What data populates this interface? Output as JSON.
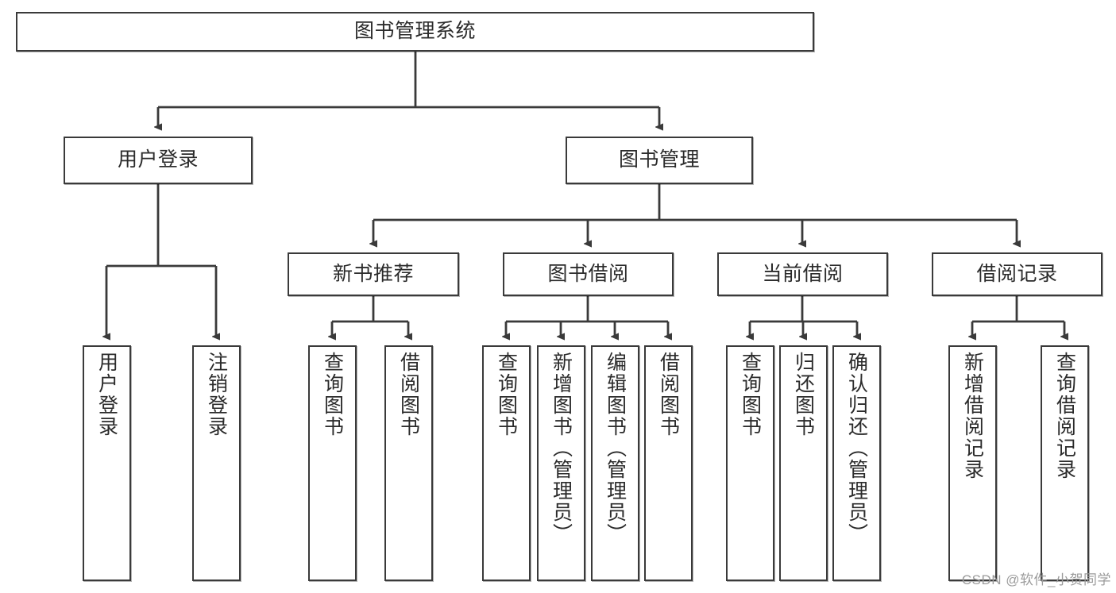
{
  "diagram": {
    "title": "图书管理系统",
    "watermark": "CSDN @软件_小贺同学",
    "line_color": "#3a3a3a",
    "box_fill": "#ffffff",
    "text_color": "#2b2b2b",
    "root": {
      "label": "图书管理系统"
    },
    "level2": [
      {
        "label": "用户登录"
      },
      {
        "label": "图书管理"
      }
    ],
    "level3": [
      {
        "label": "新书推荐"
      },
      {
        "label": "图书借阅"
      },
      {
        "label": "当前借阅"
      },
      {
        "label": "借阅记录"
      }
    ],
    "leaves": {
      "user_login": [
        {
          "label": "用户登录"
        },
        {
          "label": "注销登录"
        }
      ],
      "new_book": [
        {
          "label": "查询图书"
        },
        {
          "label": "借阅图书"
        }
      ],
      "book_borrow": [
        {
          "label": "查询图书"
        },
        {
          "label": "新增图书（管理员）"
        },
        {
          "label": "编辑图书（管理员）"
        },
        {
          "label": "借阅图书"
        }
      ],
      "current_borrow": [
        {
          "label": "查询图书"
        },
        {
          "label": "归还图书"
        },
        {
          "label": "确认归还（管理员）"
        }
      ],
      "borrow_record": [
        {
          "label": "新增借阅记录"
        },
        {
          "label": "查询借阅记录"
        }
      ]
    }
  }
}
